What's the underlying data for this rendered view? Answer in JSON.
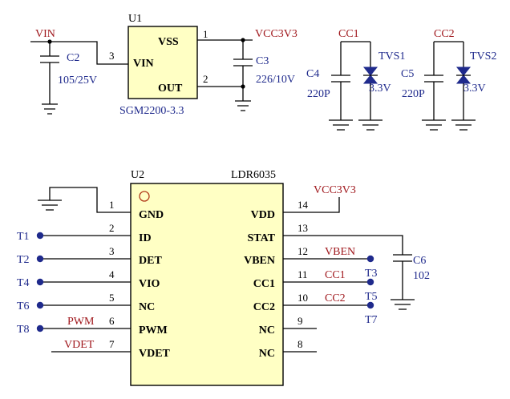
{
  "u1": {
    "ref": "U1",
    "part": "SGM2200-3.3",
    "pins": [
      {
        "name": "VSS",
        "num": "1"
      },
      {
        "name": "VIN",
        "num": "3"
      },
      {
        "name": "OUT",
        "num": "2"
      }
    ]
  },
  "nets": {
    "vin": "VIN",
    "vcc3v3_top": "VCC3V3",
    "cc1_top": "CC1",
    "cc2_top": "CC2",
    "vcc3v3_u2": "VCC3V3",
    "vben": "VBEN",
    "cc1": "CC1",
    "cc2": "CC2",
    "pwm": "PWM",
    "vdet": "VDET"
  },
  "caps": {
    "c2": {
      "ref": "C2",
      "value": "105/25V"
    },
    "c3": {
      "ref": "C3",
      "value": "226/10V"
    },
    "c4": {
      "ref": "C4",
      "value": "220P"
    },
    "c5": {
      "ref": "C5",
      "value": "220P"
    },
    "c6": {
      "ref": "C6",
      "value": "102"
    }
  },
  "tvs": {
    "tvs1": {
      "ref": "TVS1",
      "value": "3.3V"
    },
    "tvs2": {
      "ref": "TVS2",
      "value": "3.3V"
    }
  },
  "u2": {
    "ref": "U2",
    "part": "LDR6035",
    "left_pins": [
      {
        "num": "1",
        "name": "GND"
      },
      {
        "num": "2",
        "name": "ID"
      },
      {
        "num": "3",
        "name": "DET"
      },
      {
        "num": "4",
        "name": "VIO"
      },
      {
        "num": "5",
        "name": "NC"
      },
      {
        "num": "6",
        "name": "PWM"
      },
      {
        "num": "7",
        "name": "VDET"
      }
    ],
    "right_pins": [
      {
        "num": "14",
        "name": "VDD"
      },
      {
        "num": "13",
        "name": "STAT"
      },
      {
        "num": "12",
        "name": "VBEN"
      },
      {
        "num": "11",
        "name": "CC1"
      },
      {
        "num": "10",
        "name": "CC2"
      },
      {
        "num": "9",
        "name": "NC"
      },
      {
        "num": "8",
        "name": "NC"
      }
    ]
  },
  "test_points": {
    "t1": "T1",
    "t2": "T2",
    "t4": "T4",
    "t6": "T6",
    "t8": "T8",
    "t3": "T3",
    "t5": "T5",
    "t7": "T7"
  }
}
